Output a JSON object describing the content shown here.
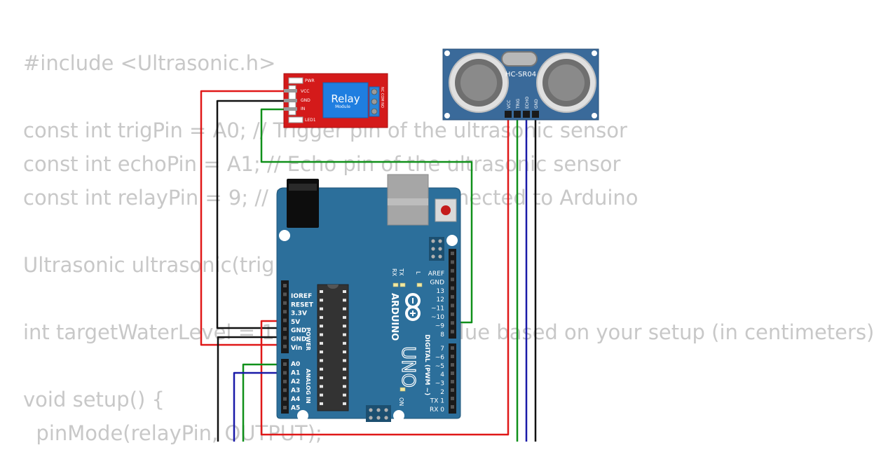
{
  "code_lines": [
    "#include <Ultrasonic.h>",
    "",
    "const int trigPin = A0; // Trigger pin of the ultrasonic sensor",
    "const int echoPin = A1; // Echo pin of the ultrasonic sensor",
    "const int relayPin = 9; // Relay module connected to Arduino",
    "",
    "Ultrasonic ultrasonic(trigPin, echoPin);",
    "",
    "int targetWaterLevel = 10; // Adjust this value based on your setup (in centimeters)",
    "",
    "void setup() {",
    "  pinMode(relayPin, OUTPUT);"
  ],
  "relay": {
    "title": "Relay",
    "subtitle": "Module",
    "pins": [
      "VCC",
      "GND",
      "IN"
    ],
    "leds": [
      "PWR",
      "LED1"
    ],
    "terminals": [
      "NC",
      "COM",
      "NO"
    ]
  },
  "sensor": {
    "name": "HC-SR04",
    "pins": [
      "VCC",
      "TRIG",
      "ECHO",
      "GND"
    ]
  },
  "arduino": {
    "brand": "ARDUINO",
    "model": "UNO",
    "on_label": "ON",
    "tx": "TX",
    "rx": "RX",
    "l": "L",
    "power_header": "POWER",
    "analog_header": "ANALOG IN",
    "digital_header": "DIGITAL (PWM ~)",
    "power_pins": [
      "IOREF",
      "RESET",
      "3.3V",
      "5V",
      "GND",
      "GND",
      "Vin"
    ],
    "analog_pins": [
      "A0",
      "A1",
      "A2",
      "A3",
      "A4",
      "A5"
    ],
    "digital_top": [
      "AREF",
      "GND",
      "13",
      "12",
      "~11",
      "~10",
      "~9",
      "8"
    ],
    "digital_bottom": [
      "7",
      "~6",
      "~5",
      "4",
      "~3",
      "2",
      "TX 1",
      "RX 0"
    ]
  },
  "colors": {
    "code_text": "#c8c8c8",
    "board": "#2c6f9b",
    "relay_pcb": "#d41a1a",
    "sensor_pcb": "#3a6a9a",
    "wire_red": "#e01818",
    "wire_black": "#111111",
    "wire_green": "#10901a",
    "wire_blue": "#1a1aa8"
  }
}
